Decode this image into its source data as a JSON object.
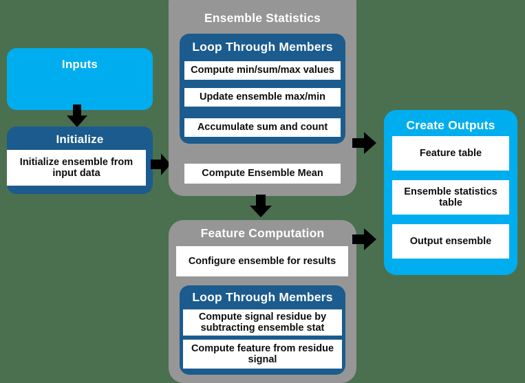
{
  "diagram": {
    "title": "Ensemble statistics and feature computation workflow",
    "colors": {
      "background": "#4a7050",
      "cyan": "#00aeef",
      "navy": "#1b5b8e",
      "gray": "#969696",
      "leaf_fill": "#ffffff",
      "leaf_text": "#0d0d0d",
      "group_title_text": "#ffffff",
      "arrow": "#000000"
    },
    "groups": {
      "inputs": {
        "title": "Inputs",
        "items": []
      },
      "initialize": {
        "title": "Initialize",
        "items": [
          "Initialize ensemble from input data"
        ]
      },
      "ensemble_statistics": {
        "title": "Ensemble Statistics",
        "loop": {
          "title": "Loop Through Members",
          "items": [
            "Compute min/sum/max values",
            "Update ensemble max/min",
            "Accumulate sum and count"
          ]
        },
        "items": [
          "Compute Ensemble Mean"
        ]
      },
      "feature_computation": {
        "title": "Feature Computation",
        "items": [
          "Configure ensemble for results"
        ],
        "loop": {
          "title": "Loop Through Members",
          "items": [
            "Compute signal residue by subtracting ensemble stat",
            "Compute feature from residue signal"
          ]
        }
      },
      "create_outputs": {
        "title": "Create Outputs",
        "items": [
          "Feature table",
          "Ensemble statistics table",
          "Output ensemble"
        ]
      }
    },
    "arrows": [
      {
        "name": "inputs-to-initialize",
        "direction": "down",
        "icon": "arrow-down-icon"
      },
      {
        "name": "initialize-to-ensemble-statistics",
        "direction": "right",
        "icon": "arrow-right-icon"
      },
      {
        "name": "ensemble-statistics-to-create-outputs",
        "direction": "right",
        "icon": "arrow-right-icon"
      },
      {
        "name": "ensemble-statistics-to-feature-computation",
        "direction": "down",
        "icon": "arrow-down-icon"
      },
      {
        "name": "feature-computation-to-create-outputs",
        "direction": "right",
        "icon": "arrow-right-icon"
      }
    ]
  }
}
